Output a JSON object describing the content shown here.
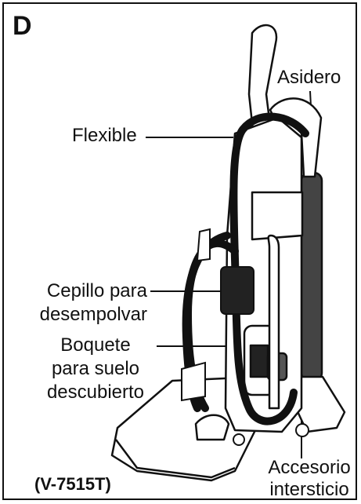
{
  "panel": {
    "letter": "D",
    "model": "(V-7515T)"
  },
  "labels": {
    "handle": "Asidero",
    "hose": "Flexible",
    "dusting_brush_line1": "Cepillo para",
    "dusting_brush_line2": "desempolvar",
    "floor_nozzle_line1": "Boquete",
    "floor_nozzle_line2": "para suelo",
    "floor_nozzle_line3": "descubierto",
    "crevice_tool_line1": "Accesorio",
    "crevice_tool_line2": "intersticio"
  }
}
